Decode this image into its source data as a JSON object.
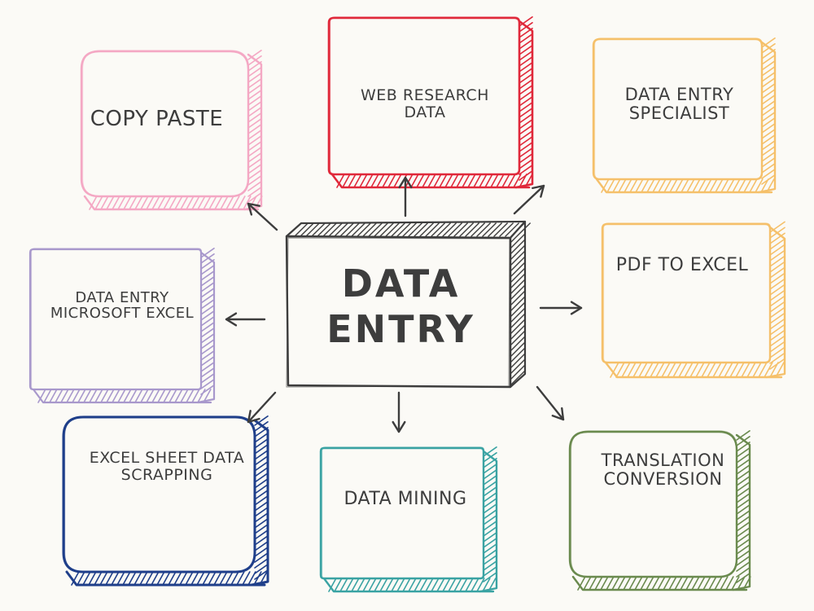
{
  "colors": {
    "background": "#fbfaf6",
    "ink": "#3d3d3d",
    "copy_paste": "#f4a8c4",
    "web_research": "#e0283a",
    "data_entry_specialist": "#f5c06a",
    "data_entry_excel": "#a898cc",
    "pdf_to_excel": "#f5c06a",
    "excel_scrapping": "#1f3f8a",
    "data_mining": "#3aa3a3",
    "translation": "#6a8a4e"
  },
  "center": {
    "line1": "DATA",
    "line2": "ENTRY"
  },
  "nodes": {
    "copy_paste": {
      "line1": "COPY PASTE"
    },
    "web_research": {
      "line1": "WEB RESEARCH",
      "line2": "DATA"
    },
    "data_entry_specialist": {
      "line1": "DATA ENTRY",
      "line2": "SPECIALIST"
    },
    "data_entry_excel": {
      "line1": "DATA ENTRY",
      "line2": "MICROSOFT EXCEL"
    },
    "pdf_to_excel": {
      "line1": "PDF TO EXCEL"
    },
    "excel_scrapping": {
      "line1": "EXCEL SHEET DATA",
      "line2": "SCRAPPING"
    },
    "data_mining": {
      "line1": "DATA MINING"
    },
    "translation": {
      "line1": "TRANSLATION",
      "line2": "CONVERSION"
    }
  }
}
